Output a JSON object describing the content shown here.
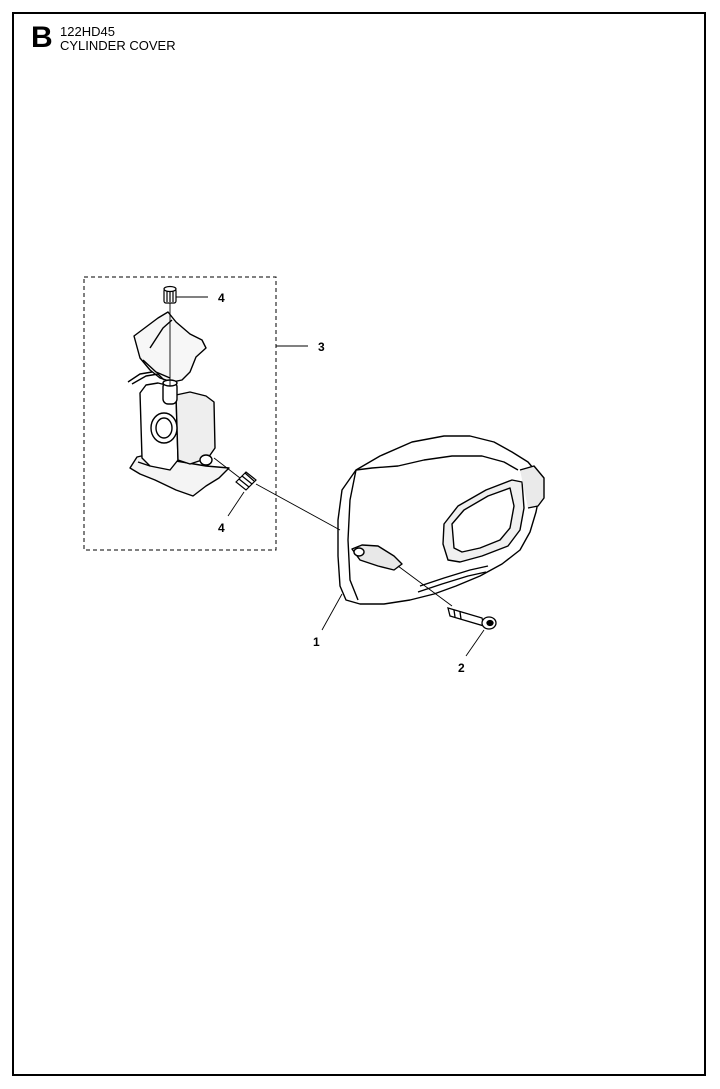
{
  "header": {
    "section_letter": "B",
    "model": "122HD45",
    "title": "CYLINDER COVER"
  },
  "callouts": [
    {
      "id": "callout-1",
      "label": "1"
    },
    {
      "id": "callout-2",
      "label": "2"
    },
    {
      "id": "callout-3",
      "label": "3"
    },
    {
      "id": "callout-4-top",
      "label": "4"
    },
    {
      "id": "callout-4-bottom",
      "label": "4"
    }
  ],
  "colors": {
    "line": "#000000",
    "part_fill": "#ffffff",
    "shade": "#e6e6e6",
    "dark": "#333333"
  }
}
